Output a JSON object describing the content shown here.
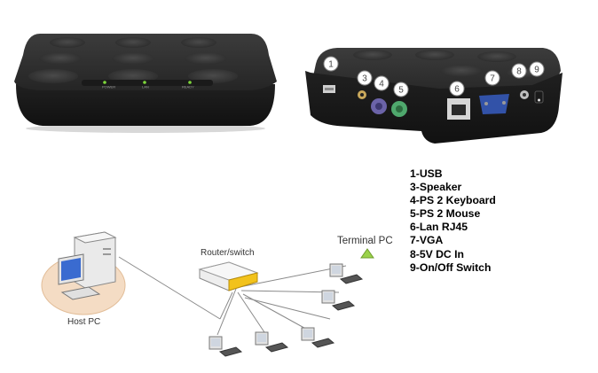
{
  "front_device": {
    "leds": [
      "POWER",
      "LAN",
      "READY"
    ]
  },
  "back_device": {
    "port_numbers": [
      "1",
      "3",
      "4",
      "5",
      "6",
      "7",
      "8",
      "9"
    ]
  },
  "legend": [
    "1-USB",
    "3-Speaker",
    "4-PS 2 Keyboard",
    "5-PS 2 Mouse",
    "6-Lan RJ45",
    "7-VGA",
    "8-5V DC In",
    "9-On/Off Switch"
  ],
  "network": {
    "router_label": "Router/switch",
    "terminal_label": "Terminal PC",
    "host_label": "Host PC"
  },
  "colors": {
    "device_body": "#2e2e2e",
    "led_green": "#7dd63a",
    "router_port_yellow": "#f2c21b",
    "host_disc": "#f4dcc4",
    "host_monitor_screen": "#3a6bd0",
    "terminal_arrow": "#9ad24a"
  }
}
